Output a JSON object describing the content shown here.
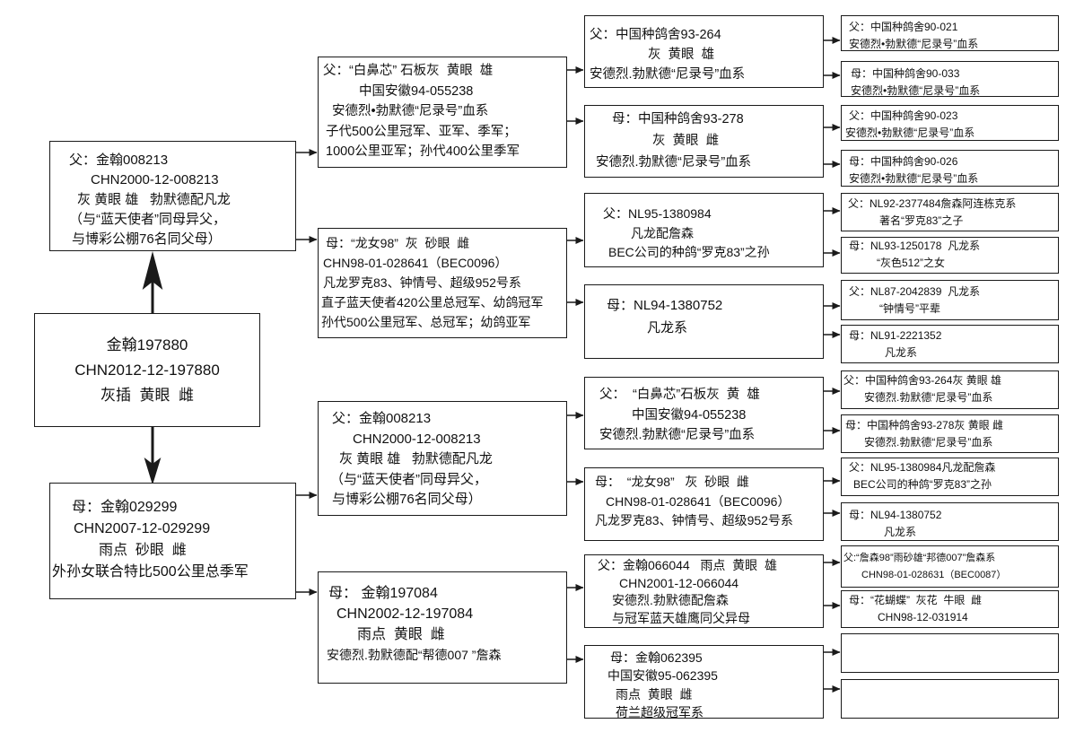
{
  "subject": {
    "lines": [
      "金翰197880",
      "CHN2012-12-197880",
      "灰插  黄眼  雌"
    ]
  },
  "sire": {
    "lines": [
      "父：金翰008213",
      "CHN2000-12-008213",
      "灰 黄眼 雄   勃默德配凡龙",
      "（与“蓝天使者”同母异父，",
      "与博彩公棚76名同父母）"
    ]
  },
  "dam": {
    "lines": [
      "母：金翰029299",
      "CHN2007-12-029299",
      "雨点  砂眼  雌",
      "外孙女联合特比500公里总季军"
    ]
  },
  "grandparents": [
    {
      "lines": [
        "父：“白鼻芯” 石板灰  黄眼  雄",
        "中国安徽94-055238",
        "安德烈•勃默德“尼录号”血系",
        "子代500公里冠军、亚军、季军；",
        "1000公里亚军；孙代400公里季军"
      ]
    },
    {
      "lines": [
        "母：“龙女98”  灰  砂眼  雌",
        "CHN98-01-028641（BEC0096）",
        "凡龙罗克83、钟情号、超级952号系",
        "直子蓝天使者420公里总冠军、幼鸽冠军",
        "孙代500公里冠军、总冠军；幼鸽亚军"
      ]
    },
    {
      "lines": [
        "父：金翰008213",
        "CHN2000-12-008213",
        "灰 黄眼 雄   勃默德配凡龙",
        "（与“蓝天使者”同母异父，",
        "与博彩公棚76名同父母）"
      ]
    },
    {
      "lines": [
        "母： 金翰197084",
        "CHN2002-12-197084",
        "雨点  黄眼  雌",
        "安德烈.勃默德配“帮德007 ”詹森"
      ]
    }
  ],
  "great_grandparents": [
    {
      "lines": [
        "父：中国种鸽舍93-264",
        "灰  黄眼  雄",
        "安德烈.勃默德“尼录号”血系"
      ]
    },
    {
      "lines": [
        "母：中国种鸽舍93-278",
        "灰  黄眼  雌",
        "安德烈.勃默德“尼录号”血系"
      ]
    },
    {
      "lines": [
        "父：NL95-1380984",
        "凡龙配詹森",
        "BEC公司的种鸽“罗克83”之孙"
      ]
    },
    {
      "lines": [
        "母：NL94-1380752",
        "凡龙系"
      ]
    },
    {
      "lines": [
        "父：  “白鼻芯”石板灰  黄  雄",
        "中国安徽94-055238",
        "安德烈.勃默德“尼录号”血系"
      ]
    },
    {
      "lines": [
        "母：  “龙女98”   灰  砂眼  雌",
        "CHN98-01-028641（BEC0096）",
        "凡龙罗克83、钟情号、超级952号系"
      ]
    },
    {
      "lines": [
        "父：金翰066044   雨点  黄眼  雄",
        "CHN2001-12-066044",
        "安德烈.勃默德配詹森",
        "与冠军蓝天雄鹰同父异母"
      ]
    },
    {
      "lines": [
        "母：金翰062395",
        "中国安徽95-062395",
        "雨点  黄眼  雌",
        "荷兰超级冠军系"
      ]
    }
  ],
  "great_great_grandparents": [
    {
      "lines": [
        "父：中国种鸽舍90-021",
        "安德烈•勃默德“尼录号”血系"
      ]
    },
    {
      "lines": [
        "母：中国种鸽舍90-033",
        "安德烈•勃默德“尼录号”血系"
      ]
    },
    {
      "lines": [
        "父：中国种鸽舍90-023",
        "安德烈•勃默德“尼录号”血系"
      ]
    },
    {
      "lines": [
        "母：中国种鸽舍90-026",
        "安德烈•勃默德“尼录号”血系"
      ]
    },
    {
      "lines": [
        "父：NL92-2377484詹森阿连栋克系",
        "著名“罗克83”之子"
      ]
    },
    {
      "lines": [
        "母：NL93-1250178  凡龙系",
        "“灰色512”之女"
      ]
    },
    {
      "lines": [
        "父：NL87-2042839  凡龙系",
        "“钟情号”平辈"
      ]
    },
    {
      "lines": [
        "母：NL91-2221352",
        "凡龙系"
      ]
    },
    {
      "lines": [
        "父：中国种鸽舍93-264灰 黄眼 雄",
        "安德烈.勃默德“尼录号”血系"
      ]
    },
    {
      "lines": [
        "母：中国种鸽舍93-278灰 黄眼 雌",
        "安德烈.勃默德“尼录号”血系"
      ]
    },
    {
      "lines": [
        "父：NL95-1380984凡龙配詹森",
        "BEC公司的种鸽“罗克83”之孙"
      ]
    },
    {
      "lines": [
        "母：NL94-1380752",
        "凡龙系"
      ]
    },
    {
      "lines": [
        "父:“詹森98”雨砂雄“邦德007”詹森系",
        "CHN98-01-028631（BEC0087）"
      ]
    },
    {
      "lines": [
        "母：“花蝴蝶”  灰花  牛眼  雌",
        "CHN98-12-031914"
      ]
    },
    {
      "lines": []
    },
    {
      "lines": []
    }
  ]
}
